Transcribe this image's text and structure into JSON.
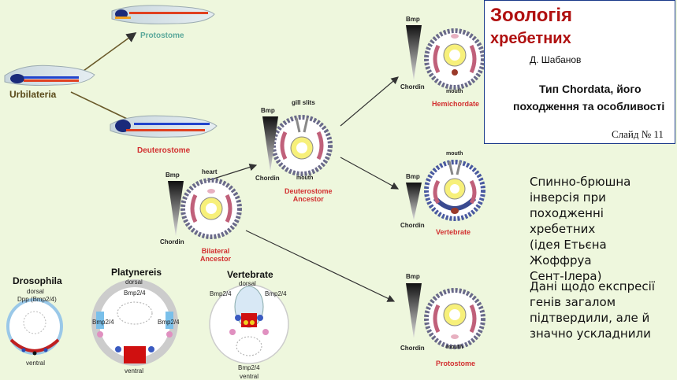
{
  "title": {
    "line1": "Зоологія",
    "line2": "хребетних",
    "author": "Д. Шабанов",
    "topic_line1": "Тип Chordata, його",
    "topic_line2": "походження та особливості",
    "slide_no": "Слайд № 11"
  },
  "side_text": {
    "paragraph1": [
      "Спинно-брюшна",
      "інверсія при",
      "походженні хребетних",
      "(ідея Етьєна Жоффруа",
      "Сент-Ілера)"
    ],
    "paragraph2": [
      "Дані щодо експресії",
      "генів загалом",
      "підтвердили, але й",
      "значно ускладнили"
    ]
  },
  "tree": {
    "urbilateria": "Urbilateria",
    "protostome_top": "Protostome",
    "deuterostome": "Deuterostome",
    "bilateral_ancestor": [
      "Bilateral",
      "Ancestor"
    ],
    "deuterostome_ancestor": [
      "Deuterostome",
      "Ancestor"
    ],
    "hemichordate": "Hemichordate",
    "vertebrate": "Vertebrate",
    "protostome_bottom": "Protostome"
  },
  "gradient_labels": {
    "bmp": "Bmp",
    "chordin": "Chordin"
  },
  "annotations": {
    "heart": "heart",
    "gill_slits": "gill slits",
    "mouth": "mouth"
  },
  "sections": {
    "drosophila": {
      "title": "Drosophila",
      "dorsal": "dorsal",
      "dpp": "Dpp (Bmp2/4)",
      "ventral": "ventral"
    },
    "platynereis": {
      "title": "Platynereis",
      "dorsal": "dorsal",
      "bmp_top": "Bmp2/4",
      "bmp_left": "Bmp2/4",
      "bmp_right": "Bmp2/4",
      "ventral": "ventral"
    },
    "vertebrate": {
      "title": "Vertebrate",
      "dorsal": "dorsal",
      "bmp_left": "Bmp2/4",
      "bmp_right": "Bmp2/4",
      "bmp_bottom": "Bmp2/4",
      "ventral": "ventral"
    }
  },
  "colors": {
    "title_red": "#b01010",
    "label_red": "#d23030",
    "label_teal": "#5aa89a",
    "label_brown": "#5a4a1a",
    "box_border": "#1a3a8a",
    "background": "#eef7dd"
  }
}
